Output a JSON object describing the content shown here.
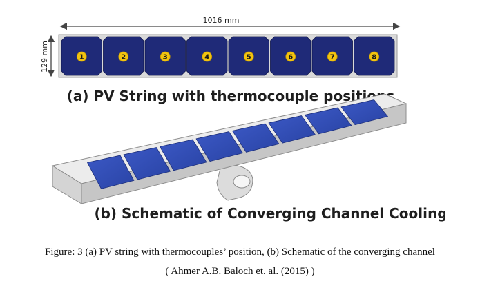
{
  "figure": {
    "length_label": "1016 mm",
    "width_label": "129 mm",
    "cell_numbers": [
      "1",
      "2",
      "3",
      "4",
      "5",
      "6",
      "7",
      "8"
    ],
    "label_a": "(a) PV String with thermocouple positions",
    "label_b": "(b) Schematic of Converging Channel Cooling",
    "colors": {
      "cell_blue": "#1f2a78",
      "thermocouple_yellow": "#f2c30f",
      "module_blue": "#2d49b0",
      "channel_gray": "#e6e6e6"
    }
  },
  "caption": {
    "line1": "Figure: 3 (a) PV string with thermocouples’ position, (b) Schematic of the converging channel",
    "line2": "( Ahmer A.B. Baloch et. al. (2015) )"
  }
}
